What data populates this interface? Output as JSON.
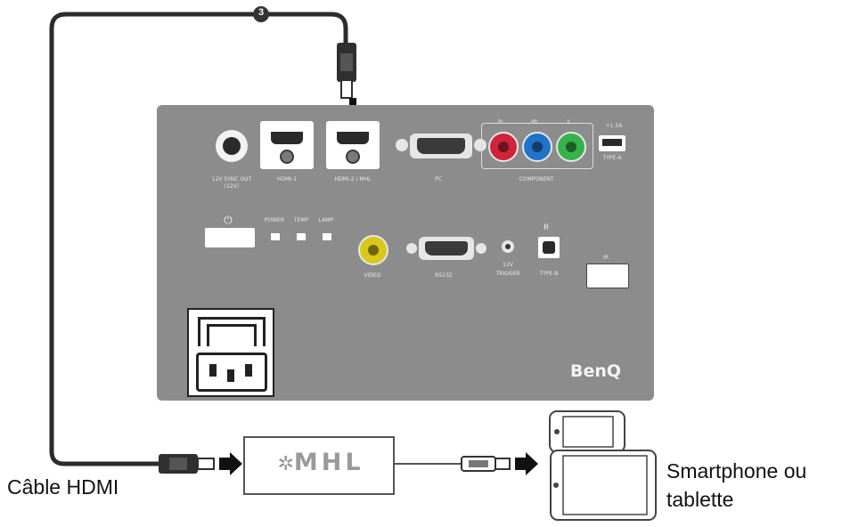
{
  "colors": {
    "panel": "#8c8c8c",
    "cable": "#2b2b2b",
    "component_r": "#d0243a",
    "component_b": "#1f74c7",
    "component_g": "#34b34a",
    "video": "#d9c81c"
  },
  "step_number": "3",
  "ports": {
    "sync_out": "12V SYNC OUT",
    "sync_out_sub": "(12V)",
    "hdmi1": "HDMI-1",
    "hdmi2": "HDMI-2 / MHL",
    "pc": "PC",
    "component": "COMPONENT",
    "comp_r": "Pr",
    "comp_b": "Pb",
    "comp_g": "Y",
    "usb_power": "+1.5A",
    "type_a": "TYPE-A",
    "power_button_icon": "power-icon",
    "led_power": "POWER",
    "led_temp": "TEMP",
    "led_lamp": "LAMP",
    "video": "VIDEO",
    "rs232": "RS232",
    "trigger_top": "12V",
    "trigger": "TRIGGER",
    "type_b": "TYPE-B",
    "ir": "IR"
  },
  "brand": "BenQ",
  "mhl_logo": "MHL",
  "captions": {
    "cable": "Câble HDMI",
    "device_line1": "Smartphone ou",
    "device_line2": "tablette"
  }
}
